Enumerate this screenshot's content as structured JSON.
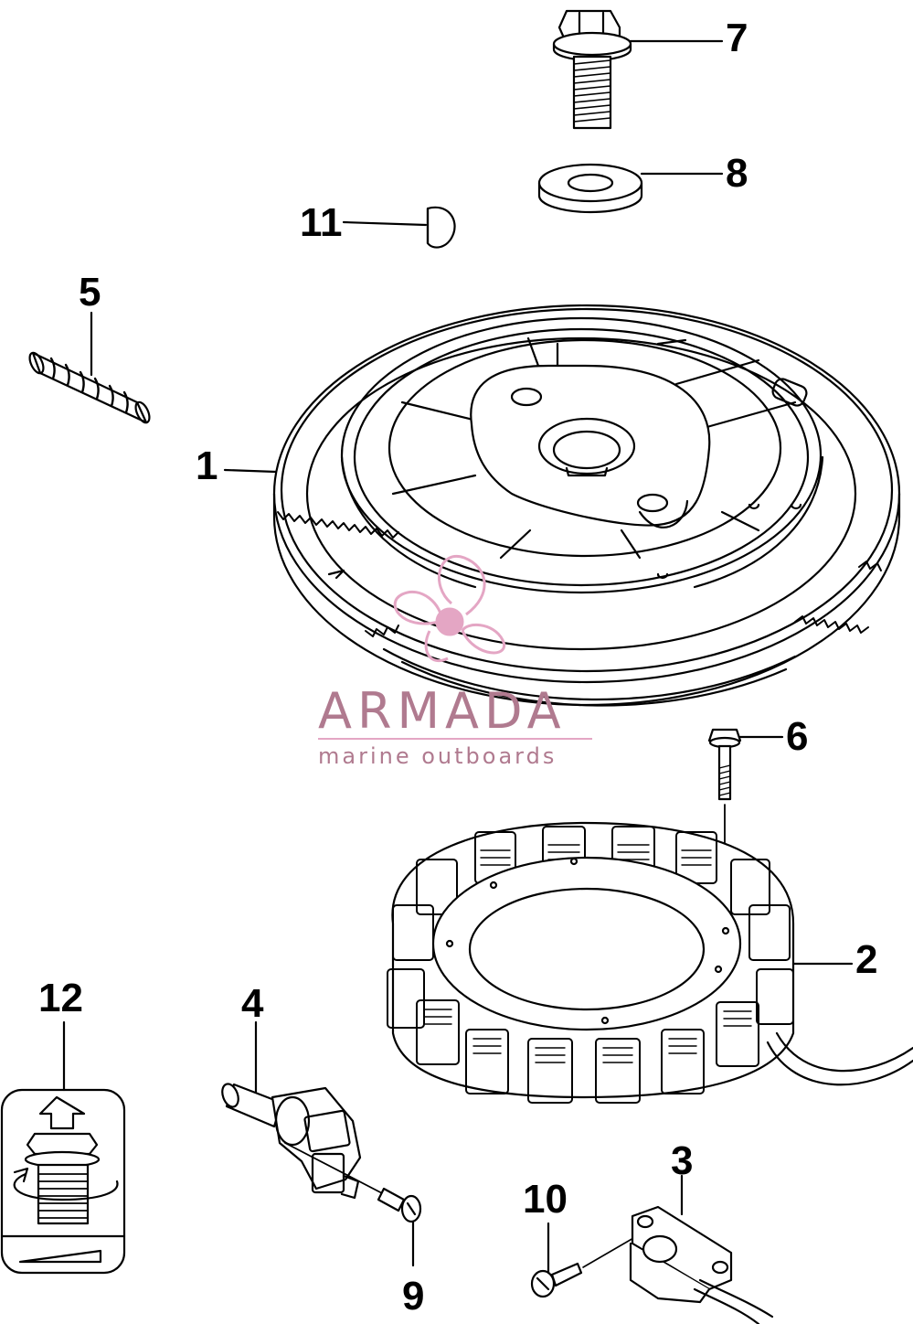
{
  "callouts": {
    "c1": "1",
    "c2": "2",
    "c3": "3",
    "c4": "4",
    "c5": "5",
    "c6": "6",
    "c7": "7",
    "c8": "8",
    "c9": "9",
    "c10": "10",
    "c11": "11",
    "c12": "12"
  },
  "watermark": {
    "title": "ARMADA",
    "subtitle": "marine outboards",
    "color": "#b07a8f",
    "logo_color": "#e4a6c4"
  }
}
